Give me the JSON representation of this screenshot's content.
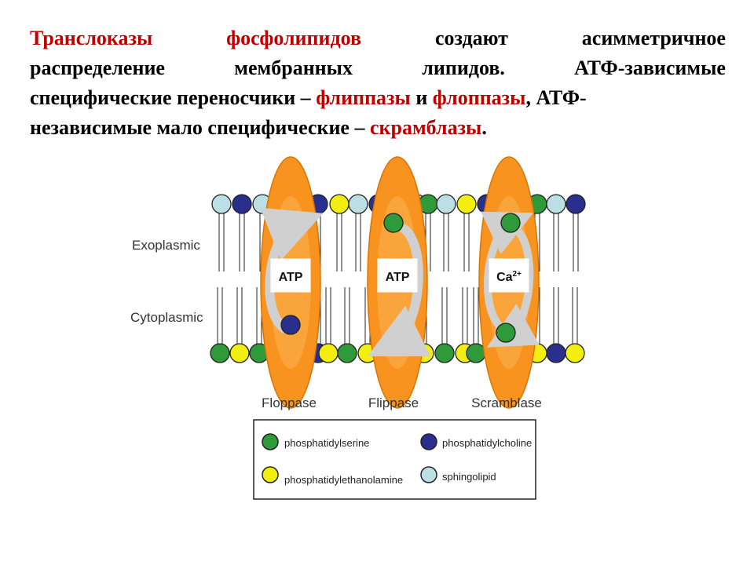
{
  "text": {
    "l1": [
      "Транслоказы",
      "фосфолипидов",
      "создают",
      "асимметричное"
    ],
    "l2": [
      "распределение",
      "мембранных",
      "липидов.",
      "АТФ-зависимые"
    ],
    "l3": {
      "a": "специфические переносчики – ",
      "flippases": "флиппазы",
      "and": " и ",
      "floppases": "флоппазы",
      "b": ", АТФ-"
    },
    "l4": {
      "a": "независимые мало специфические – ",
      "scramblases": "скрамблазы",
      "dot": "."
    }
  },
  "diagram": {
    "side_labels": {
      "exo": "Exoplasmic",
      "cyto": "Cytoplasmic"
    },
    "proteins": [
      {
        "name": "Floppase",
        "energy": "ATP"
      },
      {
        "name": "Flippase",
        "energy": "ATP"
      },
      {
        "name": "Scramblase",
        "energy": "Ca",
        "energy_sup": "2+"
      }
    ]
  },
  "legend": {
    "items": [
      {
        "label": "phosphatidylserine",
        "color": "#2e9a3a"
      },
      {
        "label": "phosphatidylethanolamine",
        "color": "#f2ee10"
      },
      {
        "label": "phosphatidylcholine",
        "color": "#2a2f8e"
      },
      {
        "label": "sphingolipid",
        "color": "#bcdfe6"
      }
    ]
  }
}
